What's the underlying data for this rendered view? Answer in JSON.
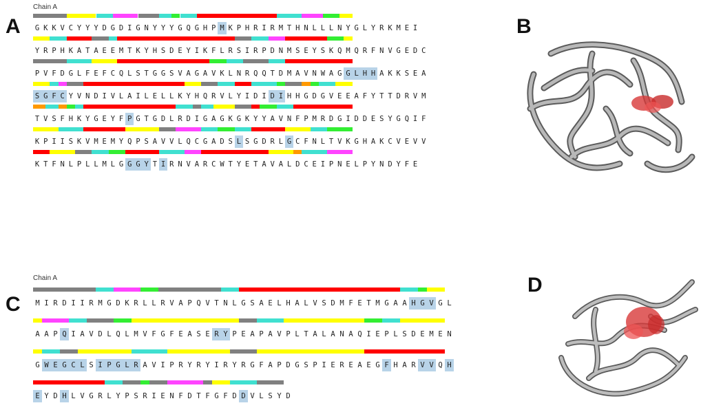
{
  "panels": {
    "A": {
      "letter": "A",
      "chain_label": "Chain A"
    },
    "B": {
      "letter": "B"
    },
    "C": {
      "letter": "C",
      "chain_label": "Chain A"
    },
    "D": {
      "letter": "D"
    }
  },
  "colors": {
    "helix": "#ff0000",
    "strand": "#ffff00",
    "coil": "#808080",
    "turn": "#40e0d0",
    "bend": "#ff44ff",
    "bridge": "#33ee33",
    "other": "#ff9900",
    "highlight": "#b8d3e8",
    "ligand": "#e03030",
    "ribbon": "#a6a6a6"
  },
  "seqA": {
    "lines": [
      "GKKVCYYYDGDIGNYYYGQGHPMKPHRIRMTHNLLLNYGLYRKMEI",
      "YRPHKATAEEMTKYHSDEYIKFLRSIRPDNMSEYSKQMQRFNVGEDC",
      "PVFDGLFEFCQLSTGGSVAGAVKLNRQQTDMAVNWAGGLHHAKKSEA",
      "SGFCYVNDIVLAILELLKYHQRVLYIDIDIHHGDGVEEAFYTTDRVM",
      "TVSFHKYGEYFPGTGDLRDIGAGKGKYYAVNFPMRDGIDDESYGQIF",
      "KPIISKVMEMYQPSAVVLQCGADSLSGDRLGCFNLTVKGHAKCVEVV",
      "KTFNLPLLMLGGGYTIRNVARCWTYETAVALDCEIPNELPYNDYFE"
    ],
    "highlights": [
      [
        22
      ],
      [],
      [
        37,
        38,
        39,
        40
      ],
      [
        0,
        1,
        2,
        3,
        28,
        29
      ],
      [
        11
      ],
      [
        24,
        30
      ],
      [
        11,
        12,
        13,
        15
      ]
    ],
    "ss": [
      [
        [
          "coil",
          0,
          8
        ],
        [
          "strand",
          8,
          15
        ],
        [
          "turn",
          15,
          19
        ],
        [
          "bend",
          19,
          25
        ],
        [
          "coil",
          25,
          30
        ],
        [
          "turn",
          30,
          33
        ],
        [
          "bridge",
          33,
          35
        ],
        [
          "turn",
          35,
          39
        ],
        [
          "helix",
          39,
          58
        ],
        [
          "turn",
          58,
          64
        ],
        [
          "bend",
          64,
          69
        ],
        [
          "bridge",
          69,
          73
        ],
        [
          "strand",
          73,
          76
        ]
      ],
      [
        [
          "strand",
          0,
          4
        ],
        [
          "turn",
          4,
          8
        ],
        [
          "helix",
          8,
          14
        ],
        [
          "coil",
          14,
          18
        ],
        [
          "turn",
          18,
          20
        ],
        [
          "helix",
          20,
          48
        ],
        [
          "coil",
          48,
          52
        ],
        [
          "turn",
          52,
          56
        ],
        [
          "bend",
          56,
          60
        ],
        [
          "helix",
          60,
          70
        ],
        [
          "bridge",
          70,
          74
        ],
        [
          "strand",
          74,
          76
        ]
      ],
      [
        [
          "coil",
          0,
          8
        ],
        [
          "turn",
          8,
          14
        ],
        [
          "strand",
          14,
          20
        ],
        [
          "helix",
          20,
          42
        ],
        [
          "bridge",
          42,
          46
        ],
        [
          "turn",
          46,
          50
        ],
        [
          "coil",
          50,
          56
        ],
        [
          "turn",
          56,
          60
        ],
        [
          "helix",
          60,
          76
        ]
      ],
      [
        [
          "strand",
          0,
          4
        ],
        [
          "turn",
          4,
          6
        ],
        [
          "bend",
          6,
          8
        ],
        [
          "coil",
          8,
          12
        ],
        [
          "helix",
          12,
          36
        ],
        [
          "strand",
          36,
          40
        ],
        [
          "coil",
          40,
          44
        ],
        [
          "turn",
          44,
          48
        ],
        [
          "helix",
          48,
          52
        ],
        [
          "turn",
          52,
          58
        ],
        [
          "bridge",
          58,
          60
        ],
        [
          "coil",
          60,
          64
        ],
        [
          "other",
          64,
          66
        ],
        [
          "bridge",
          66,
          68
        ],
        [
          "turn",
          68,
          72
        ],
        [
          "strand",
          72,
          76
        ]
      ],
      [
        [
          "other",
          0,
          3
        ],
        [
          "turn",
          3,
          6
        ],
        [
          "other",
          6,
          8
        ],
        [
          "bridge",
          8,
          10
        ],
        [
          "turn",
          10,
          12
        ],
        [
          "helix",
          12,
          34
        ],
        [
          "turn",
          34,
          38
        ],
        [
          "coil",
          38,
          40
        ],
        [
          "turn",
          40,
          43
        ],
        [
          "strand",
          43,
          48
        ],
        [
          "coil",
          48,
          52
        ],
        [
          "helix",
          52,
          54
        ],
        [
          "bridge",
          54,
          58
        ],
        [
          "turn",
          58,
          62
        ],
        [
          "helix",
          62,
          76
        ]
      ],
      [
        [
          "strand",
          0,
          6
        ],
        [
          "turn",
          6,
          12
        ],
        [
          "helix",
          12,
          22
        ],
        [
          "strand",
          22,
          30
        ],
        [
          "coil",
          30,
          34
        ],
        [
          "bend",
          34,
          40
        ],
        [
          "turn",
          40,
          44
        ],
        [
          "bridge",
          44,
          48
        ],
        [
          "turn",
          48,
          52
        ],
        [
          "helix",
          52,
          60
        ],
        [
          "strand",
          60,
          66
        ],
        [
          "turn",
          66,
          70
        ],
        [
          "bridge",
          70,
          76
        ]
      ],
      [
        [
          "helix",
          0,
          4
        ],
        [
          "strand",
          4,
          10
        ],
        [
          "coil",
          10,
          14
        ],
        [
          "turn",
          14,
          18
        ],
        [
          "bridge",
          18,
          22
        ],
        [
          "helix",
          22,
          30
        ],
        [
          "turn",
          30,
          36
        ],
        [
          "bend",
          36,
          40
        ],
        [
          "helix",
          40,
          56
        ],
        [
          "strand",
          56,
          62
        ],
        [
          "other",
          62,
          64
        ],
        [
          "turn",
          64,
          70
        ],
        [
          "bend",
          70,
          76
        ]
      ]
    ]
  },
  "seqC": {
    "lines": [
      "MIRDIIRMGDKRLLRVAPQVTNLGSAELHALVSDMFETMGAAHGVGL",
      "AAPQIAVDLQLMVFGFEASERYPEAPAVPLTALANAQIEPLSDEMEN",
      "GWEGCLSIPGLRAVIPRYRYIRYRGFAPDGSPIEREAEGFHARVVQH",
      "EYDHLVGRLYPSRIENFDTFGFDDVLSYD"
    ],
    "highlights": [
      [
        42,
        43,
        44
      ],
      [
        3,
        20,
        21
      ],
      [
        1,
        2,
        3,
        4,
        5,
        7,
        8,
        9,
        10,
        11,
        39,
        43,
        44,
        46
      ],
      [
        0,
        3,
        23
      ]
    ],
    "ss": [
      [
        [
          "coil",
          0,
          14
        ],
        [
          "turn",
          14,
          18
        ],
        [
          "bend",
          18,
          24
        ],
        [
          "bridge",
          24,
          28
        ],
        [
          "coil",
          28,
          42
        ],
        [
          "turn",
          42,
          46
        ],
        [
          "helix",
          46,
          82
        ],
        [
          "turn",
          82,
          86
        ],
        [
          "bridge",
          86,
          88
        ],
        [
          "strand",
          88,
          92
        ]
      ],
      [
        [
          "strand",
          0,
          2
        ],
        [
          "bend",
          2,
          8
        ],
        [
          "turn",
          8,
          12
        ],
        [
          "coil",
          12,
          18
        ],
        [
          "bridge",
          18,
          22
        ],
        [
          "strand",
          22,
          46
        ],
        [
          "coil",
          46,
          50
        ],
        [
          "turn",
          50,
          56
        ],
        [
          "strand",
          56,
          74
        ],
        [
          "bridge",
          74,
          78
        ],
        [
          "turn",
          78,
          82
        ],
        [
          "strand",
          82,
          92
        ]
      ],
      [
        [
          "strand",
          0,
          2
        ],
        [
          "turn",
          2,
          6
        ],
        [
          "coil",
          6,
          10
        ],
        [
          "strand",
          10,
          22
        ],
        [
          "turn",
          22,
          30
        ],
        [
          "strand",
          30,
          44
        ],
        [
          "coil",
          44,
          50
        ],
        [
          "strand",
          50,
          74
        ],
        [
          "helix",
          74,
          92
        ]
      ],
      [
        [
          "helix",
          0,
          16
        ],
        [
          "turn",
          16,
          20
        ],
        [
          "coil",
          20,
          24
        ],
        [
          "bridge",
          24,
          26
        ],
        [
          "coil",
          26,
          30
        ],
        [
          "bend",
          30,
          38
        ],
        [
          "coil",
          38,
          40
        ],
        [
          "strand",
          40,
          44
        ],
        [
          "turn",
          44,
          50
        ],
        [
          "coil",
          50,
          56
        ]
      ]
    ]
  }
}
